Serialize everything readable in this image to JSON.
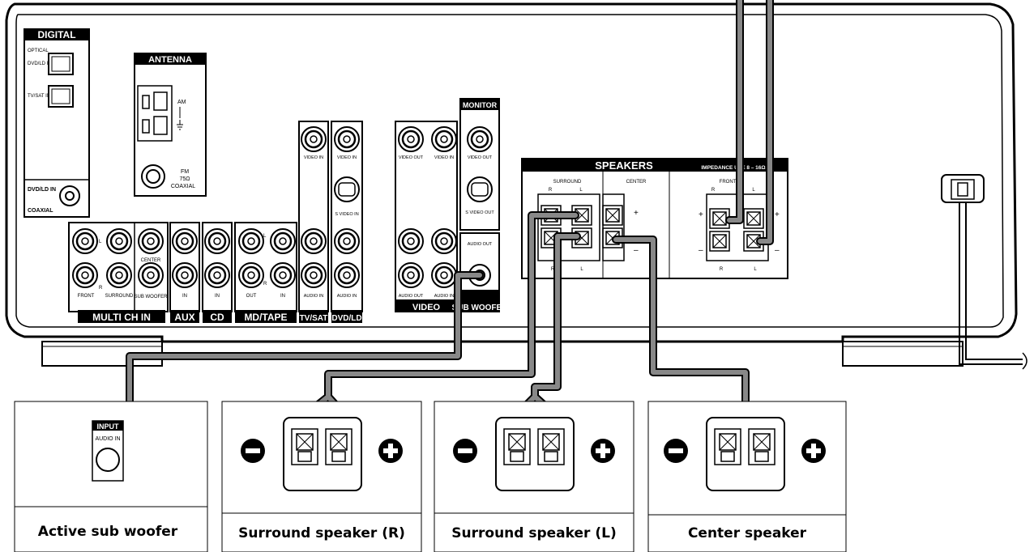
{
  "receiver": {
    "digital": {
      "title": "DIGITAL",
      "optical": "OPTICAL",
      "dvd_in": "DVD/LD IN",
      "tv_in": "TV/SAT IN",
      "dvd_coax": "DVD/LD IN",
      "coaxial": "COAXIAL"
    },
    "antenna": {
      "title": "ANTENNA",
      "am": "AM",
      "fm": "FM",
      "fm_ohm": "75Ω",
      "fm_coax": "COAXIAL"
    },
    "multich": {
      "title": "MULTI CH IN",
      "front": "FRONT",
      "surround": "SURROUND",
      "center": "CENTER",
      "sub": "SUB WOOFER",
      "l": "L",
      "r": "R"
    },
    "aux": {
      "title": "AUX",
      "in": "IN"
    },
    "cd": {
      "title": "CD",
      "in": "IN"
    },
    "mdtape": {
      "title": "MD/TAPE",
      "out": "OUT",
      "in": "IN",
      "l": "L",
      "r": "R"
    },
    "tvsat": {
      "title": "TV/SAT",
      "video_in": "VIDEO IN",
      "audio_in": "AUDIO IN"
    },
    "dvdld": {
      "title": "DVD/LD",
      "video_in": "VIDEO IN",
      "svideo_in": "S VIDEO IN",
      "audio_in": "AUDIO IN"
    },
    "video": {
      "title": "VIDEO",
      "video_out": "VIDEO OUT",
      "video_in": "VIDEO IN",
      "audio_out": "AUDIO OUT",
      "audio_in": "AUDIO IN"
    },
    "monitor": {
      "title": "MONITOR",
      "video_out": "VIDEO OUT",
      "svideo_out": "S VIDEO OUT"
    },
    "subwoofer": {
      "title": "SUB WOOFER",
      "audio_out": "AUDIO OUT"
    },
    "speakers": {
      "title": "SPEAKERS",
      "impedance": "IMPEDANCE USE 8 – 16Ω",
      "surround": "SURROUND",
      "center": "CENTER",
      "front": "FRONT",
      "r": "R",
      "l": "L",
      "plus": "+",
      "minus": "–"
    }
  },
  "devices": {
    "sub": {
      "input_title": "INPUT",
      "input_sub": "AUDIO IN",
      "caption": "Active sub woofer"
    },
    "surround_r": {
      "caption": "Surround speaker (R)"
    },
    "surround_l": {
      "caption": "Surround speaker (L)"
    },
    "center": {
      "caption": "Center speaker"
    }
  }
}
